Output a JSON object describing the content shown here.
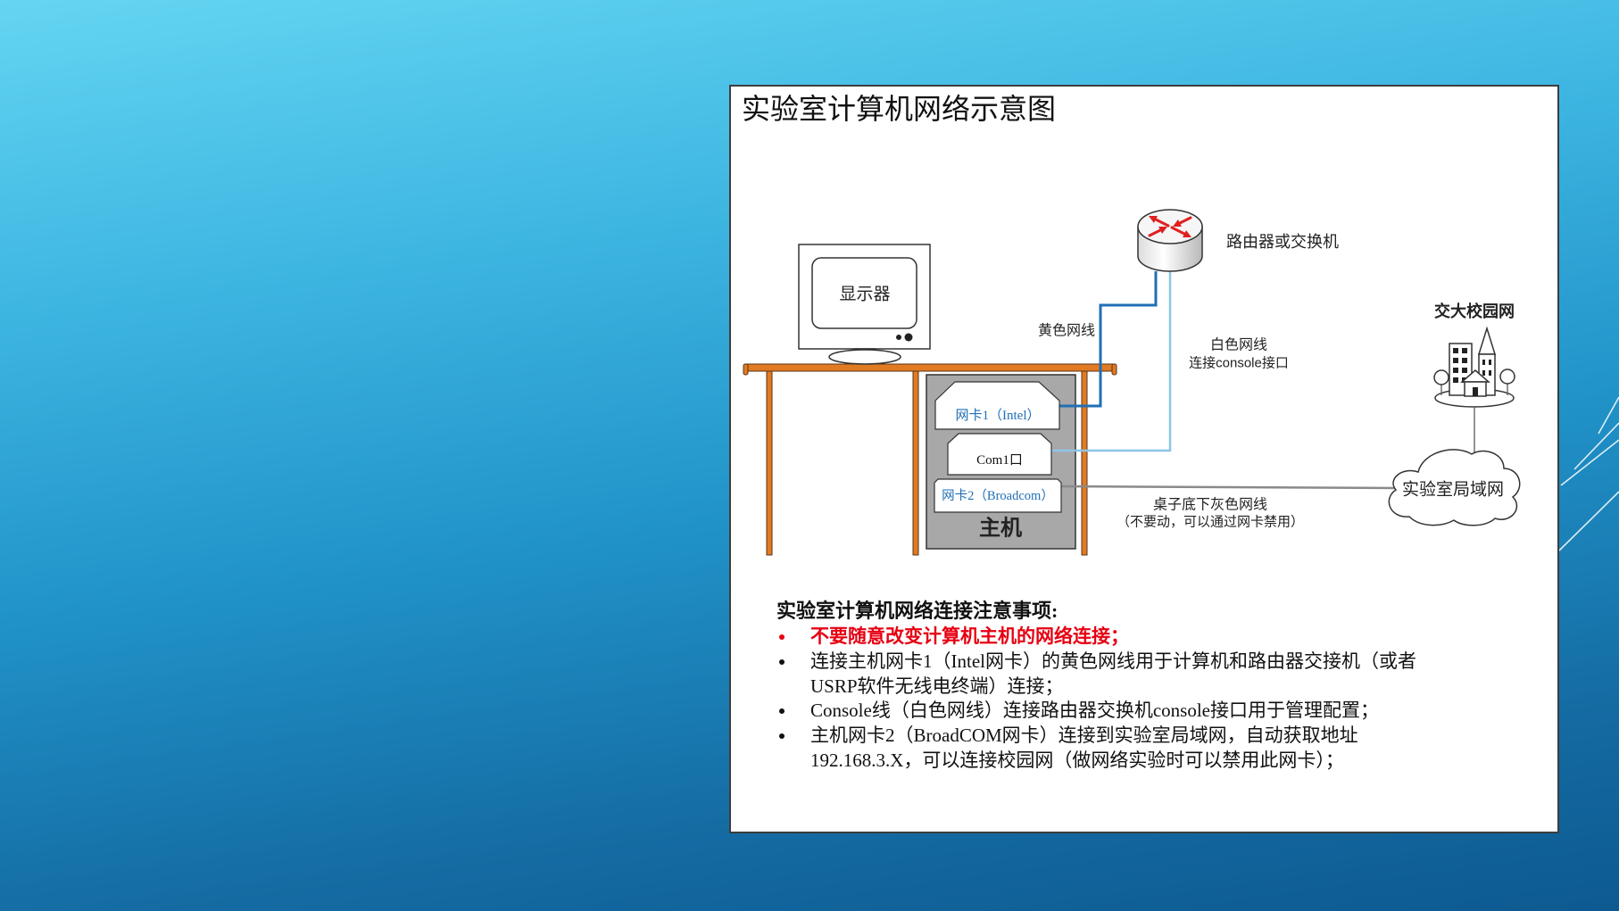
{
  "slide": {
    "title": "实验室计算机网络示意图"
  },
  "diagram": {
    "monitor_label": "显示器",
    "host_label": "主机",
    "nic1_label": "网卡1（Intel）",
    "com_port_label": "Com1口",
    "nic2_label": "网卡2（Broadcom）",
    "router_label": "路由器或交换机",
    "yellow_cable_label": "黄色网线",
    "white_cable_label": {
      "line1": "白色网线",
      "line2": "连接console接口"
    },
    "gray_cable_label": {
      "line1": "桌子底下灰色网线",
      "line2": "（不要动，可以通过网卡禁用）"
    },
    "campus_network_label": "交大校园网",
    "lab_lan_label": "实验室局域网"
  },
  "notes": {
    "heading": "实验室计算机网络连接注意事项:",
    "items": [
      {
        "lines": [
          "不要随意改变计算机主机的网络连接；"
        ]
      },
      {
        "lines": [
          "连接主机网卡1（Intel网卡）的黄色网线用于计算机和路由器交接机（或者",
          "USRP软件无线电终端）连接；"
        ]
      },
      {
        "lines": [
          "Console线（白色网线）连接路由器交换机console接口用于管理配置；"
        ]
      },
      {
        "lines": [
          "主机网卡2（BroadCOM网卡）连接到实验室局域网，自动获取地址",
          "192.168.3.X，可以连接校园网（做网络实验时可以禁用此网卡）；"
        ]
      }
    ]
  },
  "icons": {
    "router": "router-icon",
    "monitor": "monitor-icon",
    "campus": "campus-buildings-icon",
    "lan": "cloud-icon",
    "bullet": "bullet-icon"
  },
  "colors": {
    "warning_text": "#e60012",
    "yellow_cable_line": "#1f6fb5",
    "white_cable_line": "#8ec4e8",
    "gray_cable_line": "#8a8a8a",
    "nic_label_text": "#1f6fb5",
    "desk": "#e07b24",
    "host_case": "#a8a8a8",
    "router_arrows": "#e02020"
  }
}
